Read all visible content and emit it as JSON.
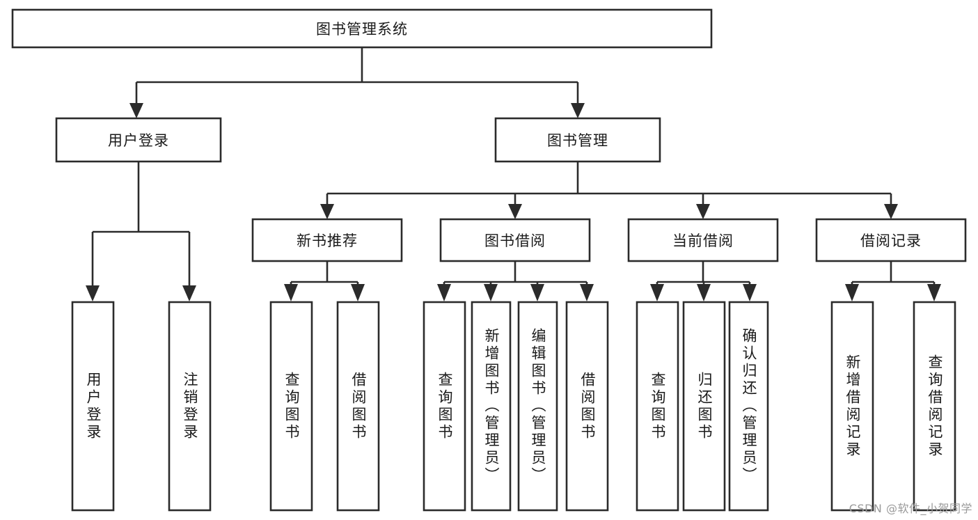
{
  "diagram": {
    "title": "图书管理系统",
    "type": "hierarchy-tree",
    "orientation": "top-down",
    "levels": 4,
    "style": {
      "background": "#ffffff",
      "box_fill": "#ffffff",
      "box_stroke": "#2b2b2b",
      "connector_color": "#2b2b2b",
      "text_color": "#1a1a1a"
    }
  },
  "nodes": {
    "root": {
      "id": "root",
      "label": "图书管理系统",
      "level": 1,
      "orientation": "horizontal"
    },
    "level2": [
      {
        "id": "user-login",
        "label": "用户登录",
        "level": 2,
        "orientation": "horizontal"
      },
      {
        "id": "book-manage",
        "label": "图书管理",
        "level": 2,
        "orientation": "horizontal"
      }
    ],
    "level3": [
      {
        "id": "new-book-recommend",
        "label": "新书推荐",
        "level": 3,
        "orientation": "horizontal",
        "parent": "book-manage"
      },
      {
        "id": "book-borrow",
        "label": "图书借阅",
        "level": 3,
        "orientation": "horizontal",
        "parent": "book-manage"
      },
      {
        "id": "current-borrow",
        "label": "当前借阅",
        "level": 3,
        "orientation": "horizontal",
        "parent": "book-manage"
      },
      {
        "id": "borrow-record",
        "label": "借阅记录",
        "level": 3,
        "orientation": "horizontal",
        "parent": "book-manage"
      }
    ],
    "leaves": [
      {
        "id": "leaf-user-login",
        "label": "用户登录",
        "orientation": "vertical",
        "parent": "user-login"
      },
      {
        "id": "leaf-user-logout",
        "label": "注销登录",
        "orientation": "vertical",
        "parent": "user-login"
      },
      {
        "id": "leaf-query-book-1",
        "label": "查询图书",
        "orientation": "vertical",
        "parent": "new-book-recommend"
      },
      {
        "id": "leaf-borrow-book-1",
        "label": "借阅图书",
        "orientation": "vertical",
        "parent": "new-book-recommend"
      },
      {
        "id": "leaf-query-book-2",
        "label": "查询图书",
        "orientation": "vertical",
        "parent": "book-borrow"
      },
      {
        "id": "leaf-add-book",
        "label": "新增图书（管理员）",
        "orientation": "vertical",
        "parent": "book-borrow"
      },
      {
        "id": "leaf-edit-book",
        "label": "编辑图书（管理员）",
        "orientation": "vertical",
        "parent": "book-borrow"
      },
      {
        "id": "leaf-borrow-book-2",
        "label": "借阅图书",
        "orientation": "vertical",
        "parent": "book-borrow"
      },
      {
        "id": "leaf-query-book-3",
        "label": "查询图书",
        "orientation": "vertical",
        "parent": "current-borrow"
      },
      {
        "id": "leaf-return-book",
        "label": "归还图书",
        "orientation": "vertical",
        "parent": "current-borrow"
      },
      {
        "id": "leaf-confirm-return",
        "label": "确认归还（管理员）",
        "orientation": "vertical",
        "parent": "current-borrow"
      },
      {
        "id": "leaf-add-record",
        "label": "新增借阅记录",
        "orientation": "vertical",
        "parent": "borrow-record"
      },
      {
        "id": "leaf-query-record",
        "label": "查询借阅记录",
        "orientation": "vertical",
        "parent": "borrow-record"
      }
    ]
  },
  "watermark": {
    "text": "CSDN @软件_小贺同学"
  }
}
